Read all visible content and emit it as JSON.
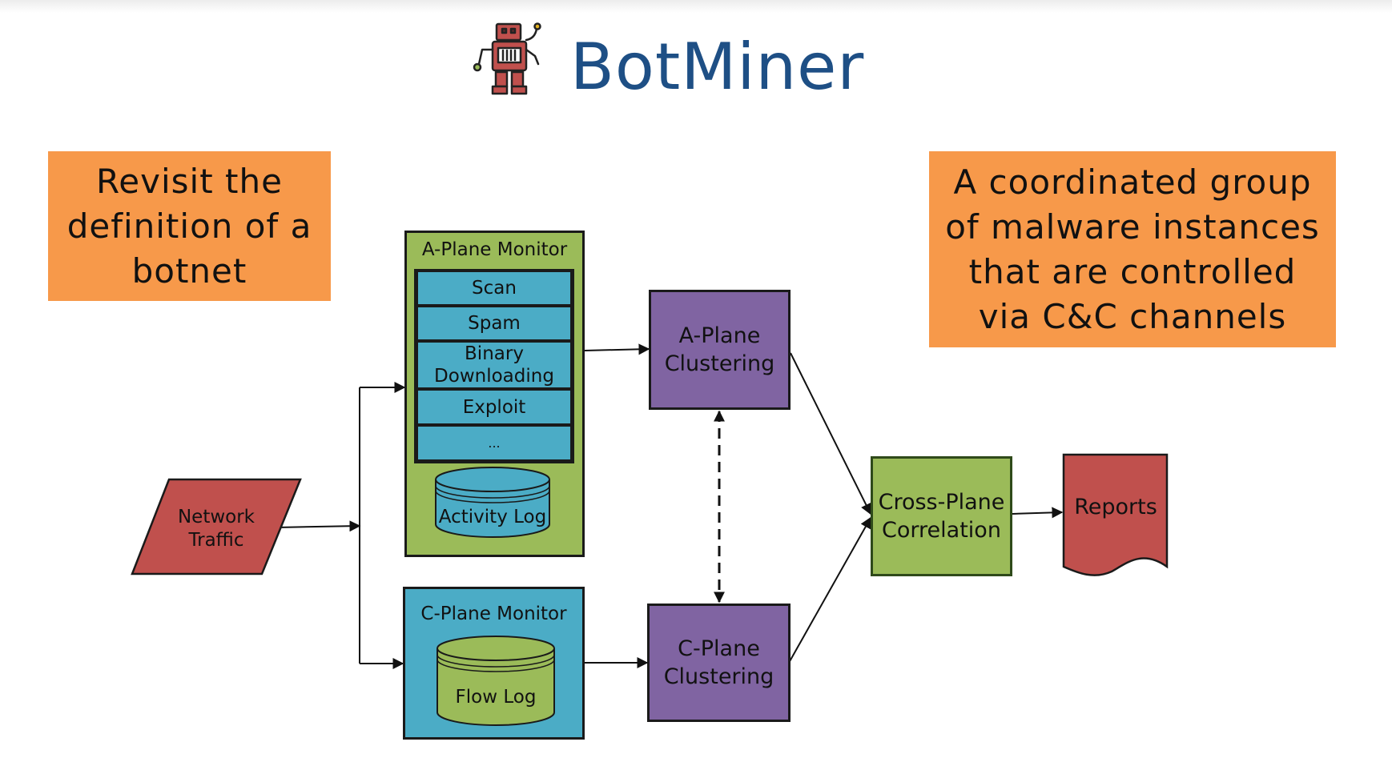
{
  "title": "BotMiner",
  "notes": {
    "left": "Revisit the\ndefinition of a\nbotnet",
    "right": "A coordinated group\nof malware instances\nthat are controlled\nvia C&C channels"
  },
  "diagram": {
    "network_traffic": "Network\nTraffic",
    "a_plane_monitor": {
      "title": "A-Plane Monitor",
      "items": [
        "Scan",
        "Spam",
        "Binary\nDownloading",
        "Exploit",
        "..."
      ],
      "log": "Activity Log"
    },
    "c_plane_monitor": {
      "title": "C-Plane Monitor",
      "log": "Flow Log"
    },
    "a_plane_clustering": "A-Plane\nClustering",
    "c_plane_clustering": "C-Plane\nClustering",
    "cross_plane_correlation": "Cross-Plane\nCorrelation",
    "reports": "Reports"
  },
  "colors": {
    "note": "#f7994a",
    "title": "#1e4f85",
    "purple": "#8064a2",
    "green": "#9bbb59",
    "blue": "#4bacc6",
    "red": "#c0504d"
  },
  "icons": [
    "robot-icon"
  ]
}
